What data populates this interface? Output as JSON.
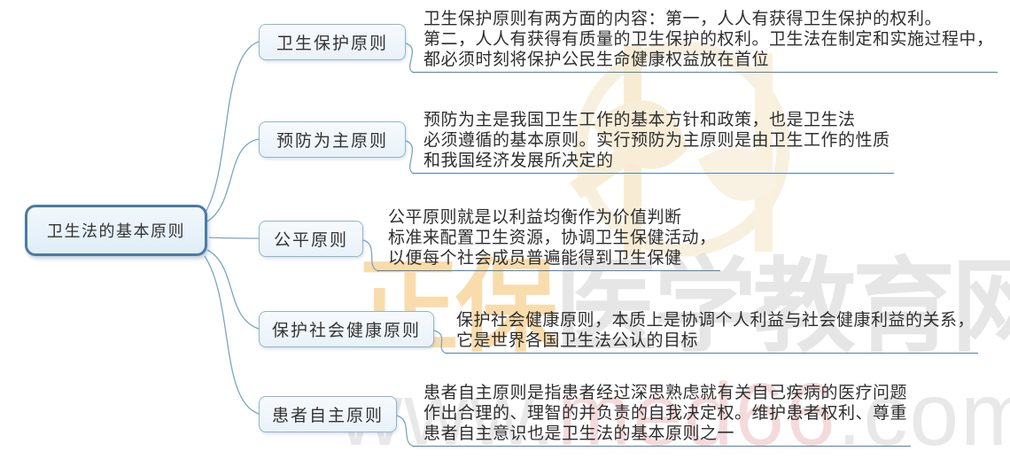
{
  "root": {
    "label": "卫生法的基本原则"
  },
  "branches": [
    {
      "label": "卫生保护原则",
      "desc_lines": [
        "卫生保护原则有两方面的内容：第一，人人有获得卫生保护的权利。",
        "第二，人人有获得有质量的卫生保护的权利。卫生法在制定和实施过程中，",
        "都必须时刻将保护公民生命健康权益放在首位"
      ]
    },
    {
      "label": "预防为主原则",
      "desc_lines": [
        "预防为主是我国卫生工作的基本方针和政策，也是卫生法",
        "必须遵循的基本原则。实行预防为主原则是由卫生工作的性质",
        "和我国经济发展所决定的"
      ]
    },
    {
      "label": "公平原则",
      "desc_lines": [
        "公平原则就是以利益均衡作为价值判断",
        "标准来配置卫生资源，协调卫生保健活动，",
        "以便每个社会成员普遍能得到卫生保健"
      ]
    },
    {
      "label": "保护社会健康原则",
      "desc_lines": [
        "保护社会健康原则，本质上是协调个人利益与社会健康利益的关系，",
        "它是世界各国卫生法公认的目标"
      ]
    },
    {
      "label": "患者自主原则",
      "desc_lines": [
        "患者自主原则是指患者经过深思熟虑就有关自己疾病的医疗问题",
        "作出合理的、理智的并负责的自我决定权。维护患者权利、尊重",
        "患者自主意识也是卫生法的基本原则之一"
      ]
    }
  ],
  "watermark": {
    "brand_yellow": "正保",
    "brand_gray": "医学教育网",
    "url_prefix": "www.",
    "url_mid": "med66",
    "url_suffix": ".com"
  },
  "colors": {
    "root_border": "#4a7ba6",
    "topic_border": "#8fb4d4",
    "connector": "#7aa5c6",
    "underline": "#4f82ab",
    "text": "#2e2e2e",
    "watermark_yellow": "#f3ba59",
    "watermark_gray": "#bebebe",
    "watermark_cream": "#f7ecd3"
  }
}
